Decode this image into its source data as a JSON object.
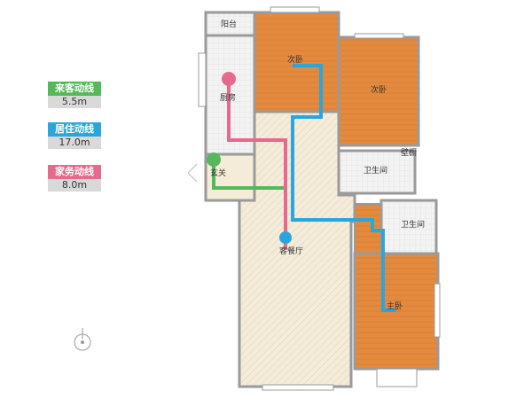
{
  "legend": [
    {
      "label": "来客动线",
      "value": "5.5m",
      "color": "#55b85a"
    },
    {
      "label": "居住动线",
      "value": "17.0m",
      "color": "#2aa6dc"
    },
    {
      "label": "家务动线",
      "value": "8.0m",
      "color": "#e56a8e"
    }
  ],
  "rooms": {
    "balcony": "阳台",
    "kitchen": "厨房",
    "bedroom2a": "次卧",
    "bedroom2b": "次卧",
    "entrance": "玄关",
    "bathroom1": "卫生间",
    "bathroom2": "卫生间",
    "living": "客餐厅",
    "master": "主卧",
    "closet": "壁橱"
  },
  "colors": {
    "wood": "#e38a3e",
    "tile": "#f4ecd9",
    "wall": "#9a9a9a"
  }
}
